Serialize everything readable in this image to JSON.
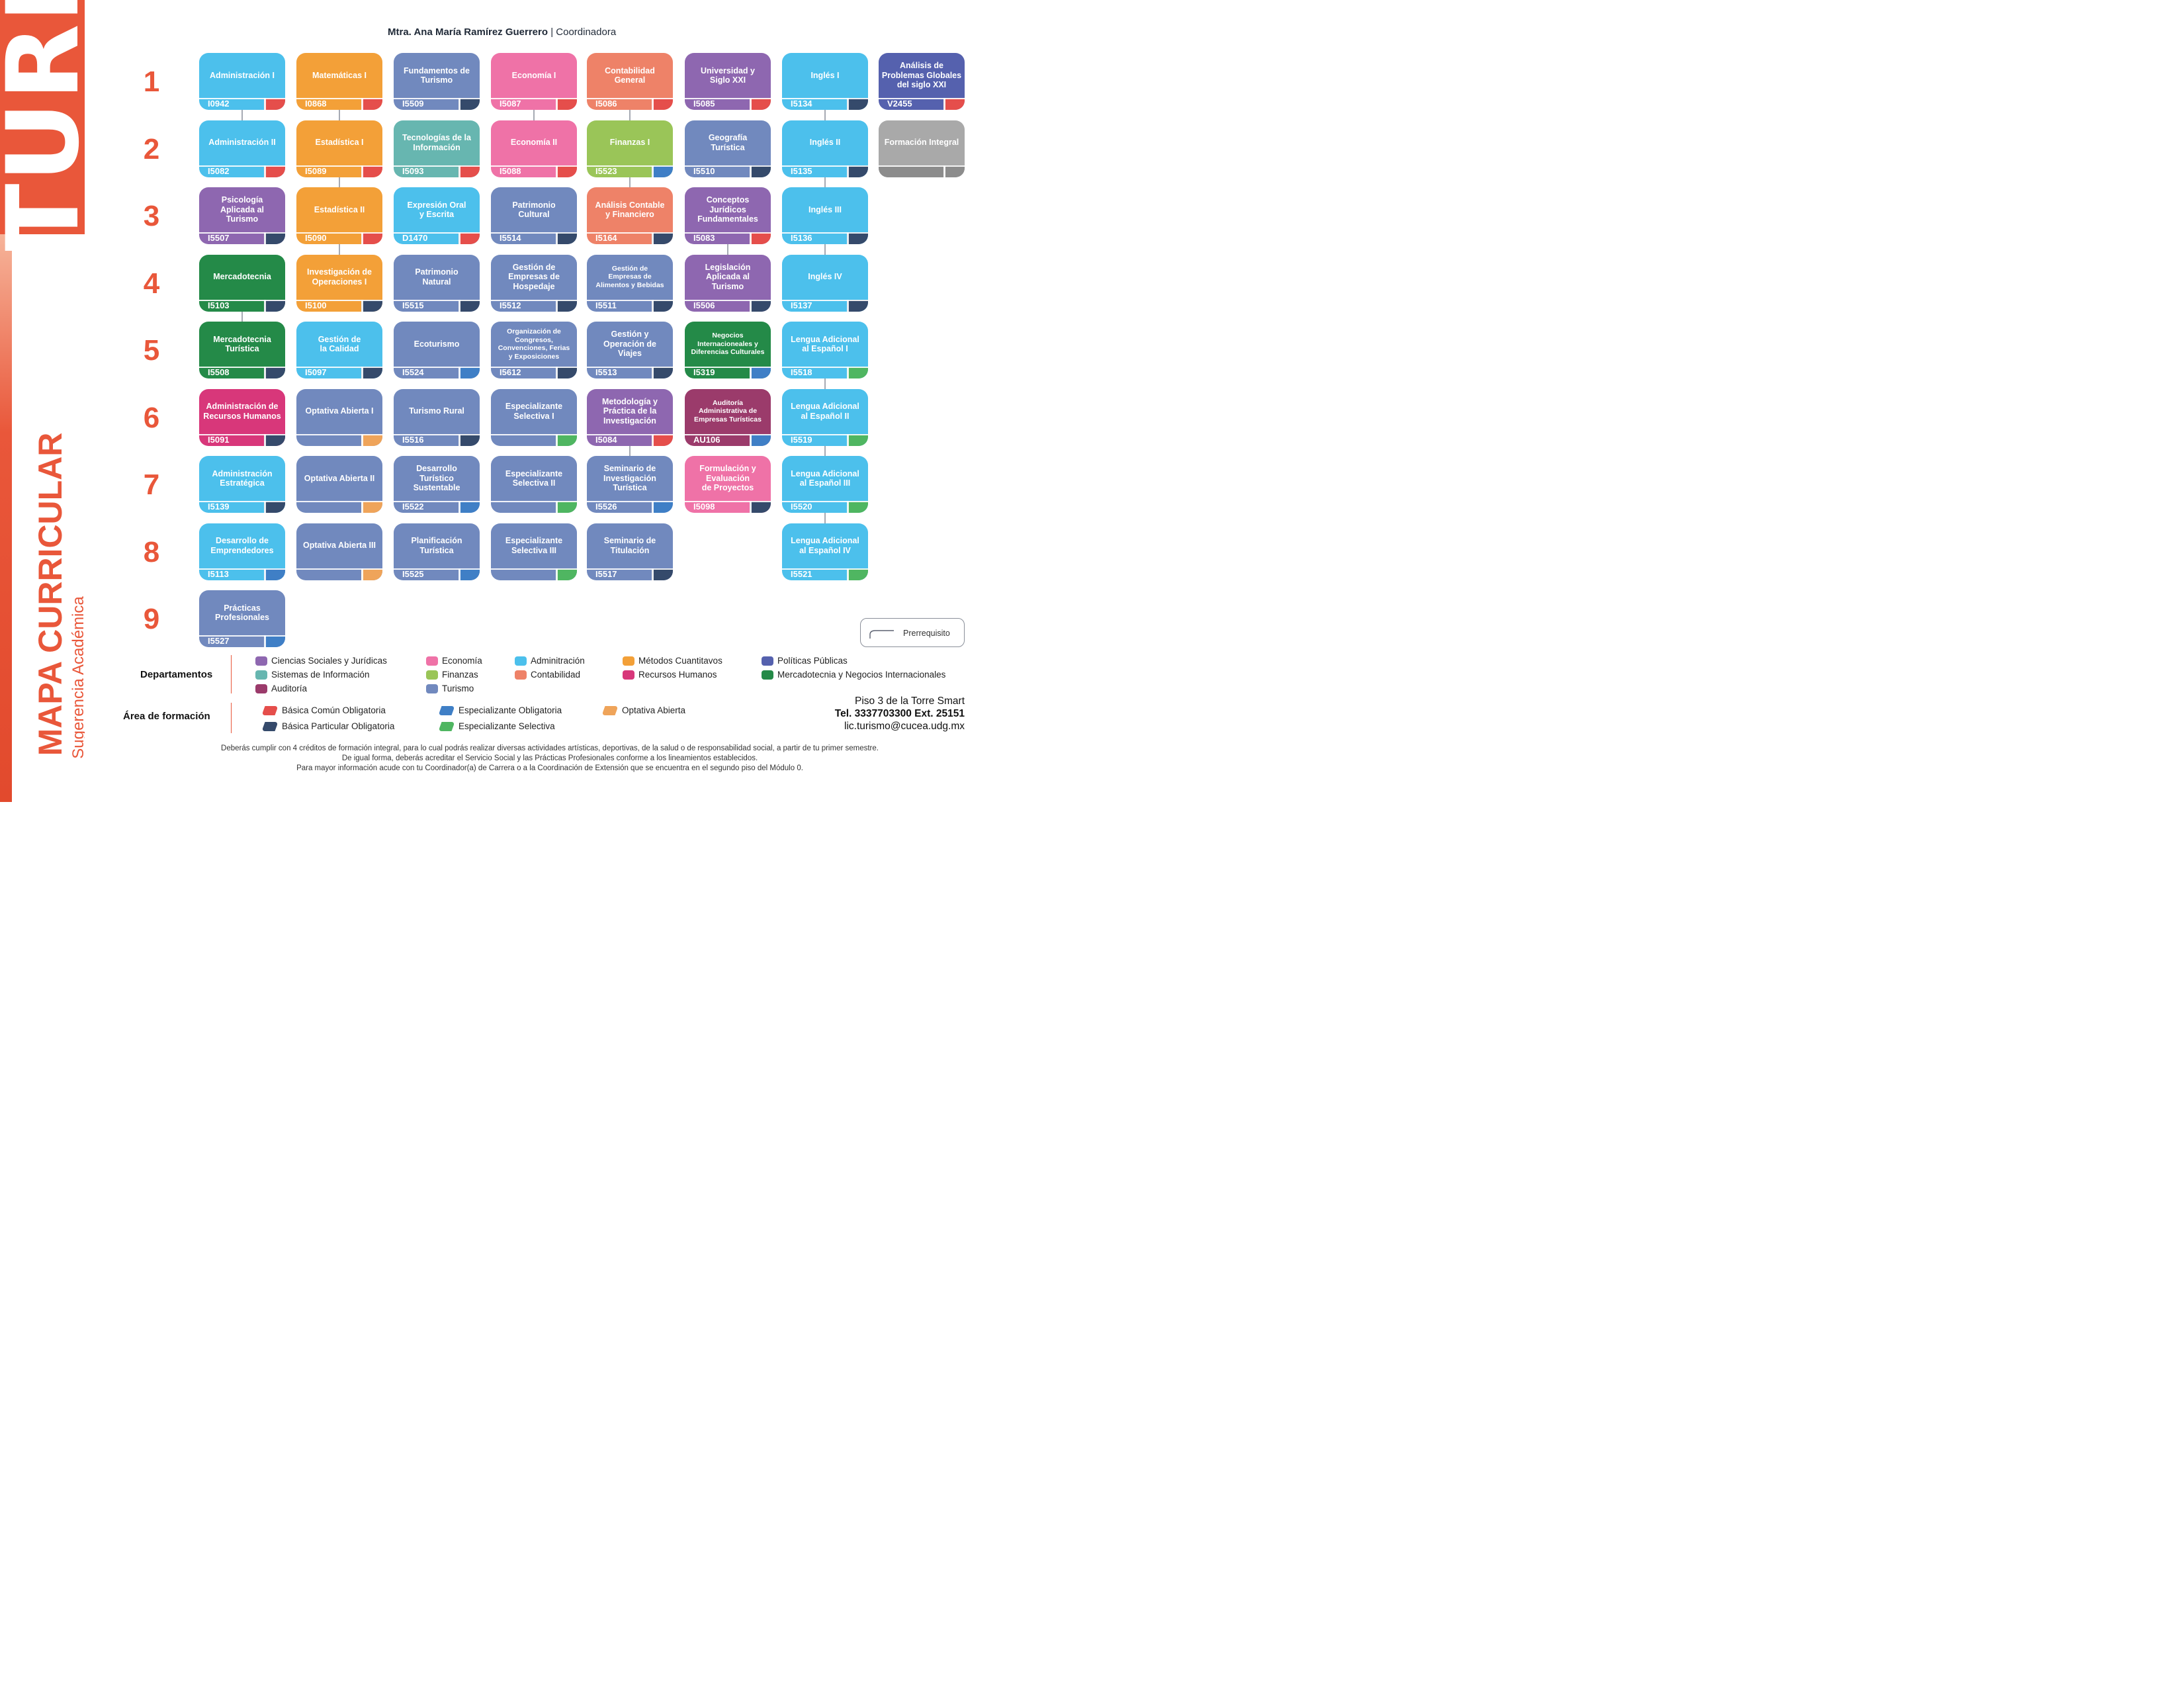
{
  "sidebar": {
    "turi": "TURI",
    "title": "MAPA CURRICULAR",
    "subtitle": "Sugerencia Académica"
  },
  "header": {
    "coordinator_name": "Mtra. Ana María Ramírez Guerrero",
    "coordinator_role": "| Coordinadora"
  },
  "colors": {
    "accent": "#e9573a",
    "ciencias_sociales": "#8e67b0",
    "sistemas": "#67b6b0",
    "auditoria": "#9b3b6b",
    "economia": "#ef72a7",
    "finanzas": "#9ac558",
    "turismo": "#7189be",
    "administracion": "#4cc0ec",
    "contabilidad": "#ee8268",
    "metodos": "#f3a038",
    "rh": "#d8377a",
    "politicas": "#5561ae",
    "mercadotecnia": "#248a48",
    "formacion": "#a9a9a9",
    "area_basica_comun": "#e54e4b",
    "area_basica_particular": "#354a6b",
    "area_esp_obligatoria": "#3f7fc6",
    "area_esp_selectiva": "#4fb661",
    "area_optativa": "#efa45a"
  },
  "semesters": [
    "1",
    "2",
    "3",
    "4",
    "5",
    "6",
    "7",
    "8",
    "9"
  ],
  "courses": [
    {
      "name": "Administración I",
      "code": "I0942",
      "col": 0,
      "row": 0,
      "dept": "administracion",
      "area": "basica_comun"
    },
    {
      "name": "Matemáticas I",
      "code": "I0868",
      "col": 1,
      "row": 0,
      "dept": "metodos",
      "area": "basica_comun"
    },
    {
      "name": "Fundamentos de\nTurismo",
      "code": "I5509",
      "col": 2,
      "row": 0,
      "dept": "turismo",
      "area": "basica_particular"
    },
    {
      "name": "Economía I",
      "code": "I5087",
      "col": 3,
      "row": 0,
      "dept": "economia",
      "area": "basica_comun"
    },
    {
      "name": "Contabilidad\nGeneral",
      "code": "I5086",
      "col": 4,
      "row": 0,
      "dept": "contabilidad",
      "area": "basica_comun"
    },
    {
      "name": "Universidad y\nSiglo XXI",
      "code": "I5085",
      "col": 5,
      "row": 0,
      "dept": "ciencias_sociales",
      "area": "basica_comun"
    },
    {
      "name": "Inglés I",
      "code": "I5134",
      "col": 6,
      "row": 0,
      "dept": "administracion",
      "area": "basica_particular"
    },
    {
      "name": "Análisis de\nProblemas Globales\ndel siglo XXI",
      "code": "V2455",
      "col": 7,
      "row": 0,
      "dept": "politicas",
      "area": "basica_comun"
    },
    {
      "name": "Administración II",
      "code": "I5082",
      "col": 0,
      "row": 1,
      "dept": "administracion",
      "area": "basica_comun"
    },
    {
      "name": "Estadística I",
      "code": "I5089",
      "col": 1,
      "row": 1,
      "dept": "metodos",
      "area": "basica_comun"
    },
    {
      "name": "Tecnologías de la\nInformación",
      "code": "I5093",
      "col": 2,
      "row": 1,
      "dept": "sistemas",
      "area": "basica_comun"
    },
    {
      "name": "Economía II",
      "code": "I5088",
      "col": 3,
      "row": 1,
      "dept": "economia",
      "area": "basica_comun"
    },
    {
      "name": "Finanzas I",
      "code": "I5523",
      "col": 4,
      "row": 1,
      "dept": "finanzas",
      "area": "esp_obligatoria"
    },
    {
      "name": "Geografía\nTurística",
      "code": "I5510",
      "col": 5,
      "row": 1,
      "dept": "turismo",
      "area": "basica_particular"
    },
    {
      "name": "Inglés II",
      "code": "I5135",
      "col": 6,
      "row": 1,
      "dept": "administracion",
      "area": "basica_particular"
    },
    {
      "name": "Formación Integral",
      "code": "",
      "col": 7,
      "row": 1,
      "dept": "formacion",
      "area": "formacion"
    },
    {
      "name": "Psicología\nAplicada al\nTurismo",
      "code": "I5507",
      "col": 0,
      "row": 2,
      "dept": "ciencias_sociales",
      "area": "basica_particular"
    },
    {
      "name": "Estadística II",
      "code": "I5090",
      "col": 1,
      "row": 2,
      "dept": "metodos",
      "area": "basica_comun"
    },
    {
      "name": "Expresión Oral\ny Escrita",
      "code": "D1470",
      "col": 2,
      "row": 2,
      "dept": "administracion",
      "area": "basica_comun"
    },
    {
      "name": "Patrimonio\nCultural",
      "code": "I5514",
      "col": 3,
      "row": 2,
      "dept": "turismo",
      "area": "basica_particular"
    },
    {
      "name": "Análisis Contable\ny Financiero",
      "code": "I5164",
      "col": 4,
      "row": 2,
      "dept": "contabilidad",
      "area": "basica_particular"
    },
    {
      "name": "Conceptos\nJurídicos\nFundamentales",
      "code": "I5083",
      "col": 5,
      "row": 2,
      "dept": "ciencias_sociales",
      "area": "basica_comun"
    },
    {
      "name": "Inglés III",
      "code": "I5136",
      "col": 6,
      "row": 2,
      "dept": "administracion",
      "area": "basica_particular"
    },
    {
      "name": "Mercadotecnia",
      "code": "I5103",
      "col": 0,
      "row": 3,
      "dept": "mercadotecnia",
      "area": "basica_particular"
    },
    {
      "name": "Investigación de\nOperaciones I",
      "code": "I5100",
      "col": 1,
      "row": 3,
      "dept": "metodos",
      "area": "basica_particular"
    },
    {
      "name": "Patrimonio\nNatural",
      "code": "I5515",
      "col": 2,
      "row": 3,
      "dept": "turismo",
      "area": "basica_particular"
    },
    {
      "name": "Gestión de\nEmpresas de\nHospedaje",
      "code": "I5512",
      "col": 3,
      "row": 3,
      "dept": "turismo",
      "area": "basica_particular"
    },
    {
      "name": "Gestión de\nEmpresas de\nAlimentos y Bebidas",
      "code": "I5511",
      "col": 4,
      "row": 3,
      "dept": "turismo",
      "area": "basica_particular",
      "small": true
    },
    {
      "name": "Legislación\nAplicada al\nTurismo",
      "code": "I5506",
      "col": 5,
      "row": 3,
      "dept": "ciencias_sociales",
      "area": "basica_particular"
    },
    {
      "name": "Inglés IV",
      "code": "I5137",
      "col": 6,
      "row": 3,
      "dept": "administracion",
      "area": "basica_particular"
    },
    {
      "name": "Mercadotecnia\nTurística",
      "code": "I5508",
      "col": 0,
      "row": 4,
      "dept": "mercadotecnia",
      "area": "basica_particular"
    },
    {
      "name": "Gestión de\nla Calidad",
      "code": "I5097",
      "col": 1,
      "row": 4,
      "dept": "administracion",
      "area": "basica_particular"
    },
    {
      "name": "Ecoturismo",
      "code": "I5524",
      "col": 2,
      "row": 4,
      "dept": "turismo",
      "area": "esp_obligatoria"
    },
    {
      "name": "Organización de\nCongresos,\nConvenciones, Ferias\ny Exposiciones",
      "code": "I5612",
      "col": 3,
      "row": 4,
      "dept": "turismo",
      "area": "basica_particular",
      "small": true
    },
    {
      "name": "Gestión y\nOperación de\nViajes",
      "code": "I5513",
      "col": 4,
      "row": 4,
      "dept": "turismo",
      "area": "basica_particular"
    },
    {
      "name": "Negocios\nInternacioneales y\nDiferencias Culturales",
      "code": "I5319",
      "col": 5,
      "row": 4,
      "dept": "mercadotecnia",
      "area": "esp_obligatoria",
      "small": true
    },
    {
      "name": "Lengua Adicional\nal Español I",
      "code": "I5518",
      "col": 6,
      "row": 4,
      "dept": "administracion",
      "area": "esp_selectiva"
    },
    {
      "name": "Administración de\nRecursos Humanos",
      "code": "I5091",
      "col": 0,
      "row": 5,
      "dept": "rh",
      "area": "basica_particular"
    },
    {
      "name": "Optativa Abierta I",
      "code": "",
      "col": 1,
      "row": 5,
      "dept": "turismo",
      "area": "optativa"
    },
    {
      "name": "Turismo Rural",
      "code": "I5516",
      "col": 2,
      "row": 5,
      "dept": "turismo",
      "area": "basica_particular"
    },
    {
      "name": "Especializante\nSelectiva I",
      "code": "",
      "col": 3,
      "row": 5,
      "dept": "turismo",
      "area": "esp_selectiva"
    },
    {
      "name": "Metodología y\nPráctica de la\nInvestigación",
      "code": "I5084",
      "col": 4,
      "row": 5,
      "dept": "ciencias_sociales",
      "area": "basica_comun"
    },
    {
      "name": "Auditoría\nAdministrativa de\nEmpresas Turísticas",
      "code": "AU106",
      "col": 5,
      "row": 5,
      "dept": "auditoria",
      "area": "esp_obligatoria",
      "small": true
    },
    {
      "name": "Lengua Adicional\nal Español II",
      "code": "I5519",
      "col": 6,
      "row": 5,
      "dept": "administracion",
      "area": "esp_selectiva"
    },
    {
      "name": "Administración\nEstratégica",
      "code": "I5139",
      "col": 0,
      "row": 6,
      "dept": "administracion",
      "area": "basica_particular"
    },
    {
      "name": "Optativa Abierta II",
      "code": "",
      "col": 1,
      "row": 6,
      "dept": "turismo",
      "area": "optativa"
    },
    {
      "name": "Desarrollo\nTurístico\nSustentable",
      "code": "I5522",
      "col": 2,
      "row": 6,
      "dept": "turismo",
      "area": "esp_obligatoria"
    },
    {
      "name": "Especializante\nSelectiva II",
      "code": "",
      "col": 3,
      "row": 6,
      "dept": "turismo",
      "area": "esp_selectiva"
    },
    {
      "name": "Seminario de\nInvestigación\nTurística",
      "code": "I5526",
      "col": 4,
      "row": 6,
      "dept": "turismo",
      "area": "esp_obligatoria"
    },
    {
      "name": "Formulación y\nEvaluación\nde Proyectos",
      "code": "I5098",
      "col": 5,
      "row": 6,
      "dept": "economia",
      "area": "basica_particular"
    },
    {
      "name": "Lengua Adicional\nal Español III",
      "code": "I5520",
      "col": 6,
      "row": 6,
      "dept": "administracion",
      "area": "esp_selectiva"
    },
    {
      "name": "Desarrollo de\nEmprendedores",
      "code": "I5113",
      "col": 0,
      "row": 7,
      "dept": "administracion",
      "area": "esp_obligatoria"
    },
    {
      "name": "Optativa Abierta III",
      "code": "",
      "col": 1,
      "row": 7,
      "dept": "turismo",
      "area": "optativa"
    },
    {
      "name": "Planificación\nTurística",
      "code": "I5525",
      "col": 2,
      "row": 7,
      "dept": "turismo",
      "area": "esp_obligatoria"
    },
    {
      "name": "Especializante\nSelectiva III",
      "code": "",
      "col": 3,
      "row": 7,
      "dept": "turismo",
      "area": "esp_selectiva"
    },
    {
      "name": "Seminario de\nTitulación",
      "code": "I5517",
      "col": 4,
      "row": 7,
      "dept": "turismo",
      "area": "basica_particular"
    },
    {
      "name": "Lengua Adicional\nal Español IV",
      "code": "I5521",
      "col": 6,
      "row": 7,
      "dept": "administracion",
      "area": "esp_selectiva"
    },
    {
      "name": "Prácticas\nProfesionales",
      "code": "I5527",
      "col": 0,
      "row": 8,
      "dept": "turismo",
      "area": "esp_obligatoria"
    }
  ],
  "prerequisites": [
    [
      "I0942",
      "I5082"
    ],
    [
      "I0868",
      "I5089"
    ],
    [
      "I5089",
      "I5090"
    ],
    [
      "I5090",
      "I5100"
    ],
    [
      "I5087",
      "I5088"
    ],
    [
      "I5086",
      "I5523"
    ],
    [
      "I5523",
      "I5164"
    ],
    [
      "I5083",
      "I5506"
    ],
    [
      "I5134",
      "I5135"
    ],
    [
      "I5135",
      "I5136"
    ],
    [
      "I5136",
      "I5137"
    ],
    [
      "I5103",
      "I5508"
    ],
    [
      "I5518",
      "I5519"
    ],
    [
      "I5519",
      "I5520"
    ],
    [
      "I5520",
      "I5521"
    ],
    [
      "I5084",
      "I5526"
    ]
  ],
  "prereq_legend": "Prerrequisito",
  "departments": {
    "title": "Departamentos",
    "items": [
      {
        "label": "Ciencias Sociales y Jurídicas",
        "color": "ciencias_sociales",
        "col": 0,
        "row": 0
      },
      {
        "label": "Sistemas de Información",
        "color": "sistemas",
        "col": 0,
        "row": 1
      },
      {
        "label": "Auditoría",
        "color": "auditoria",
        "col": 0,
        "row": 2
      },
      {
        "label": "Economía",
        "color": "economia",
        "col": 1,
        "row": 0
      },
      {
        "label": "Finanzas",
        "color": "finanzas",
        "col": 1,
        "row": 1
      },
      {
        "label": "Turismo",
        "color": "turismo",
        "col": 1,
        "row": 2
      },
      {
        "label": "Adminitración",
        "color": "administracion",
        "col": 2,
        "row": 0
      },
      {
        "label": "Contabilidad",
        "color": "contabilidad",
        "col": 2,
        "row": 1
      },
      {
        "label": "Métodos Cuantitavos",
        "color": "metodos",
        "col": 3,
        "row": 0
      },
      {
        "label": "Recursos Humanos",
        "color": "rh",
        "col": 3,
        "row": 1
      },
      {
        "label": "Políticas Públicas",
        "color": "politicas",
        "col": 4,
        "row": 0
      },
      {
        "label": "Mercadotecnia y Negocios Internacionales",
        "color": "mercadotecnia",
        "col": 4,
        "row": 1
      }
    ]
  },
  "areas": {
    "title": "Área de formación",
    "items": [
      {
        "label": "Básica Común Obligatoria",
        "color": "area_basica_comun",
        "col": 0,
        "row": 0
      },
      {
        "label": "Básica Particular Obligatoria",
        "color": "area_basica_particular",
        "col": 0,
        "row": 1
      },
      {
        "label": "Especializante Obligatoria",
        "color": "area_esp_obligatoria",
        "col": 1,
        "row": 0
      },
      {
        "label": "Especializante Selectiva",
        "color": "area_esp_selectiva",
        "col": 1,
        "row": 1
      },
      {
        "label": "Optativa Abierta",
        "color": "area_optativa",
        "col": 2,
        "row": 0
      }
    ]
  },
  "contact": {
    "line1": "Piso 3 de la Torre Smart",
    "line2": "Tel. 3337703300 Ext. 25151",
    "line3": "lic.turismo@cucea.udg.mx"
  },
  "notes": [
    "Deberás cumplir con 4 créditos de formación integral, para lo cual podrás realizar diversas actividades artísticas, deportivas, de la salud o de responsabilidad social, a partir de tu primer semestre.",
    "De igual forma, deberás acreditar el Servicio Social y las Prácticas Profesionales conforme a los lineamientos establecidos.",
    "Para mayor información acude con tu Coordinador(a) de Carrera o a la Coordinación de Extensión que se encuentra en el segundo piso del Módulo 0."
  ]
}
